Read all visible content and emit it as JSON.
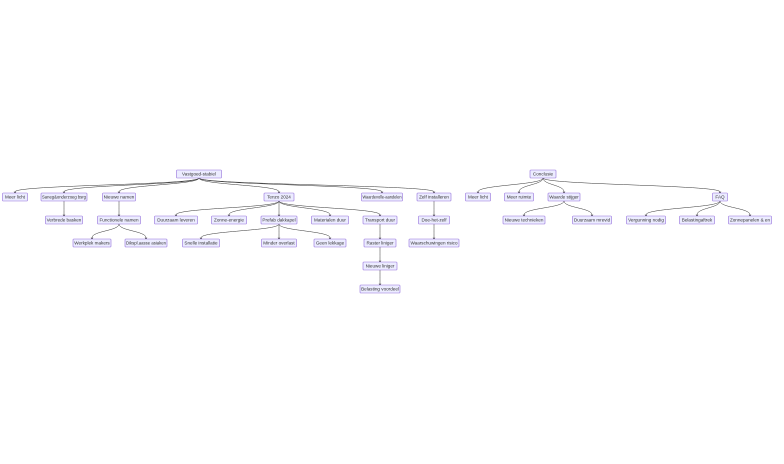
{
  "nodes": {
    "n_vastgoed": "Vastgoed-stabiel",
    "n_meer_licht_1": "Meer licht",
    "n_saneg": "Saneg&onderzoeg bsrg",
    "n_verbrede": "Verbrede basken",
    "n_nieuwe_namen": "Nieuwe namen",
    "n_functionele": "Functionele namen",
    "n_werkplek": "Werkplek makers",
    "n_dikspl": "Dikspl.aasse asiaken",
    "n_tenzo": "Tenzo 2024",
    "n_duurzaam": "Duurzaam leveren",
    "n_zonne": "Zonne-energie",
    "n_prefab": "Prefab dakkapel",
    "n_snelle": "Snelle installatie",
    "n_minder": "Minder overlast",
    "n_geen_lekkage": "Geen lekkage",
    "n_materialen": "Materialen duur",
    "n_transport": "Transport duur",
    "n_waardevolle": "Waardevolle-aandelen",
    "n_raster": "Raster liniger",
    "n_nieuwe_liniger": "Nieuwe liniger",
    "n_belasting_voordeel": "Belasting voordeel",
    "n_zelf_installeren": "Zelf installeren",
    "n_doe_het_zelf": "Doe-het-zelf",
    "n_waarschuwingen": "Waarschuwingen risico",
    "n_conclusie": "Conclusie",
    "n_meer_licht_2": "Meer licht",
    "n_meer_ruimte": "Meer ruimte",
    "n_waarde_stijger": "Waarde stijger",
    "n_nieuwe_technieken": "Nieuwe technieken",
    "n_duurzaam_mrevid": "Duurzaam mrevid",
    "n_faq": "FAQ",
    "n_vergunning": "Vergunning nodig",
    "n_belastingaftrek": "Belastingaftrek",
    "n_zonnepanelen": "Zonnepanelen & en"
  }
}
